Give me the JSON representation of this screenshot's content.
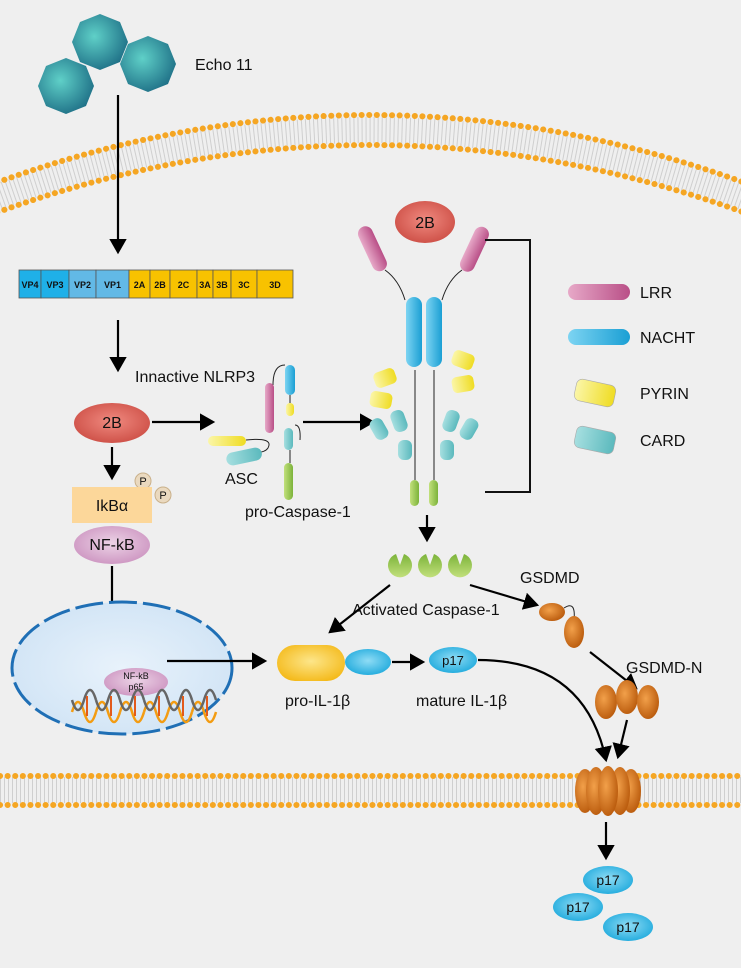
{
  "virus": {
    "name": "Echo 11"
  },
  "genome": {
    "segments": [
      {
        "label": "VP4",
        "color": "#1fb0e8"
      },
      {
        "label": "VP3",
        "color": "#1fb0e8"
      },
      {
        "label": "VP2",
        "color": "#62b9e6"
      },
      {
        "label": "VP1",
        "color": "#62b9e6"
      },
      {
        "label": "2A",
        "color": "#f8c200"
      },
      {
        "label": "2B",
        "color": "#f8c200"
      },
      {
        "label": "2C",
        "color": "#f8c200"
      },
      {
        "label": "3A",
        "color": "#f8c200"
      },
      {
        "label": "3B",
        "color": "#f8c200"
      },
      {
        "label": "3C",
        "color": "#f8c200"
      },
      {
        "label": "3D",
        "color": "#f8c200"
      }
    ]
  },
  "labels": {
    "protein_2b": "2B",
    "complex_2b": "2B",
    "inactive_nlrp3": "Innactive NLRP3",
    "asc": "ASC",
    "pro_caspase": "pro-Caspase-1",
    "ikba": "IkBα",
    "p": "P",
    "nfkb": "NF-kB",
    "nfkb_nuclear_1": "NF-kB",
    "nfkb_nuclear_2": "p65",
    "activated_caspase": "Activated Caspase-1",
    "gsdmd": "GSDMD",
    "gsdmd_n": "GSDMD-N",
    "pro_il1b": "pro-IL-1β",
    "mature_il1b": "mature IL-1β",
    "p17": "p17"
  },
  "legend": [
    {
      "label": "LRR",
      "color": "#c9649a"
    },
    {
      "label": "NACHT",
      "color": "#2fb2e0"
    },
    {
      "label": "PYRIN",
      "color": "#f4e33a"
    },
    {
      "label": "CARD",
      "color": "#6cc4c8"
    }
  ],
  "colors": {
    "membrane": "#f5a623",
    "caspase_green": "#8cc34a",
    "gsdmd_orange": "#d8741a",
    "il1b_blue": "#2fb8e3",
    "il1b_yellow": "#f7c531",
    "protein_2b": "#d9534a",
    "nucleus": "#d6e8f7"
  }
}
